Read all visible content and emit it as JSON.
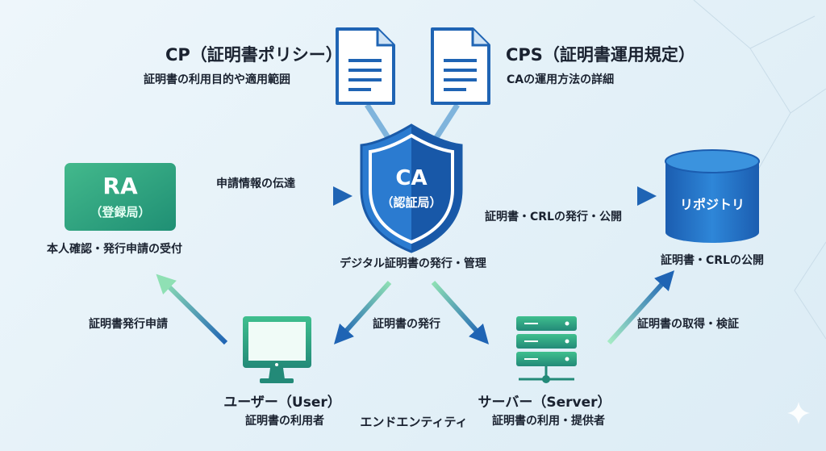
{
  "cp": {
    "title": "CP（証明書ポリシー）",
    "subtitle": "証明書の利用目的や適用範囲"
  },
  "cps": {
    "title": "CPS（証明書運用規定）",
    "subtitle": "CAの運用方法の詳細"
  },
  "ca": {
    "name": "CA",
    "role": "（認証局）",
    "caption": "デジタル証明書の発行・管理"
  },
  "ra": {
    "name": "RA",
    "role": "（登録局）",
    "caption": "本人確認・発行申請の受付"
  },
  "repository": {
    "name": "リポジトリ",
    "caption": "証明書・CRLの公開"
  },
  "arrows": {
    "ra_to_ca": "申請情報の伝達",
    "ca_to_repo": "証明書・CRLの発行・公開",
    "user_to_ra": "証明書発行申請",
    "ca_to_end": "証明書の発行",
    "server_to_repo": "証明書の取得・検証"
  },
  "user": {
    "title": "ユーザー（User）",
    "subtitle": "証明書の利用者"
  },
  "server": {
    "title": "サーバー（Server）",
    "subtitle": "証明書の利用・提供者"
  },
  "end_entity": "エンドエンティティ",
  "colors": {
    "blue": "#1f64b4",
    "green": "#2ea67e",
    "light_green": "#8fe0b4"
  }
}
